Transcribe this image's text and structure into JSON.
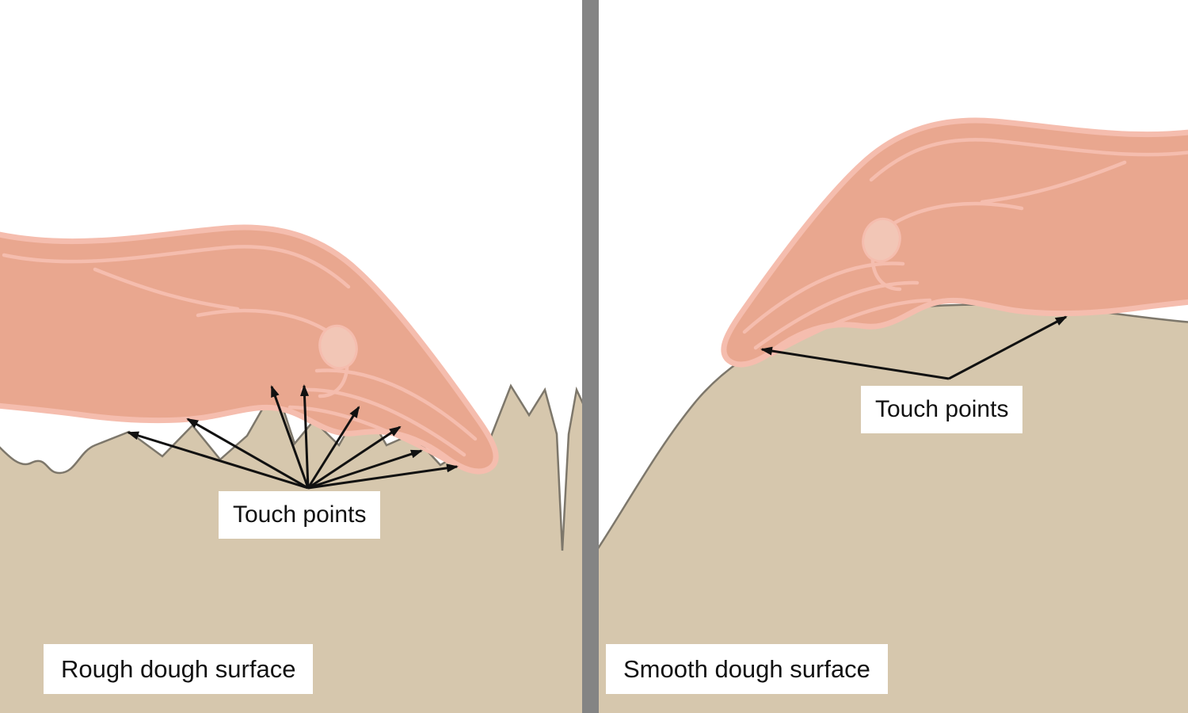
{
  "left_panel": {
    "touch_points_label": "Touch points",
    "surface_label": "Rough dough surface",
    "touch_point_arrows": 8
  },
  "right_panel": {
    "touch_points_label": "Touch points",
    "surface_label": "Smooth dough surface",
    "touch_point_arrows": 2
  },
  "colors": {
    "background": "#ffffff",
    "divider": "#848484",
    "dough": "#d6c7ad",
    "dough_outline": "#7d776b",
    "hand_fill": "#e9a78f",
    "hand_outline": "#f5bdae",
    "thumbnail_fill": "#f2c6b6",
    "arrow": "#111111",
    "label_background": "#ffffff",
    "label_text": "#111111"
  }
}
